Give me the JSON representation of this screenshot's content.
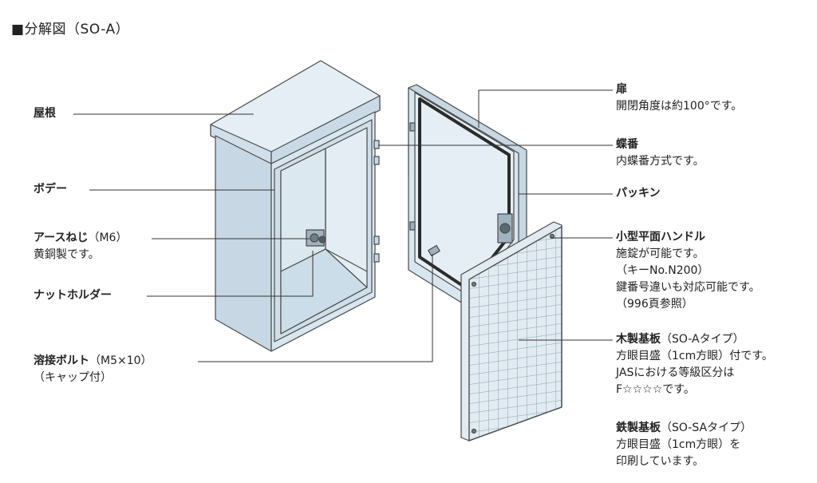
{
  "title": "■分解図（SO-A）",
  "left_labels": {
    "roof": "屋根",
    "body": "ボデー",
    "earth_screw": "アースねじ",
    "earth_screw_size": "（M6）",
    "earth_screw_material": "黄銅製です。",
    "nut_holder": "ナットホルダー",
    "weld_bolt": "溶接ボルト",
    "weld_bolt_size": "（M5×10）",
    "weld_bolt_note": "（キャップ付）"
  },
  "right_labels": {
    "door": "扉",
    "door_desc": "開閉角度は約100°です。",
    "hinge": "蝶番",
    "hinge_desc": "内蝶番方式です。",
    "packing": "パッキン",
    "handle": "小型平面ハンドル",
    "handle_desc1": "施錠が可能です。",
    "handle_desc2": "（キーNo.N200）",
    "handle_desc3": "鍵番号違いも対応可能です。",
    "handle_desc4": "（996頁参照）",
    "wood_board": "木製基板",
    "wood_board_type": "（SO-Aタイプ）",
    "wood_desc1": "方眼目盛（1cm方眼）付です。",
    "wood_desc2": "JASにおける等級区分は",
    "wood_desc3": "F☆☆☆☆です。",
    "steel_board": "鉄製基板",
    "steel_board_type": "（SO-SAタイプ）",
    "steel_desc1": "方眼目盛（1cm方眼）を",
    "steel_desc2": "印刷しています。"
  },
  "colors": {
    "body_fill": "#d8e6ef",
    "body_side": "#c7d7e3",
    "body_top": "#e4eef4",
    "outline": "#4a4a4a",
    "gasket": "#2b2b2b",
    "grid": "#7f96a6",
    "leader": "#333333"
  }
}
